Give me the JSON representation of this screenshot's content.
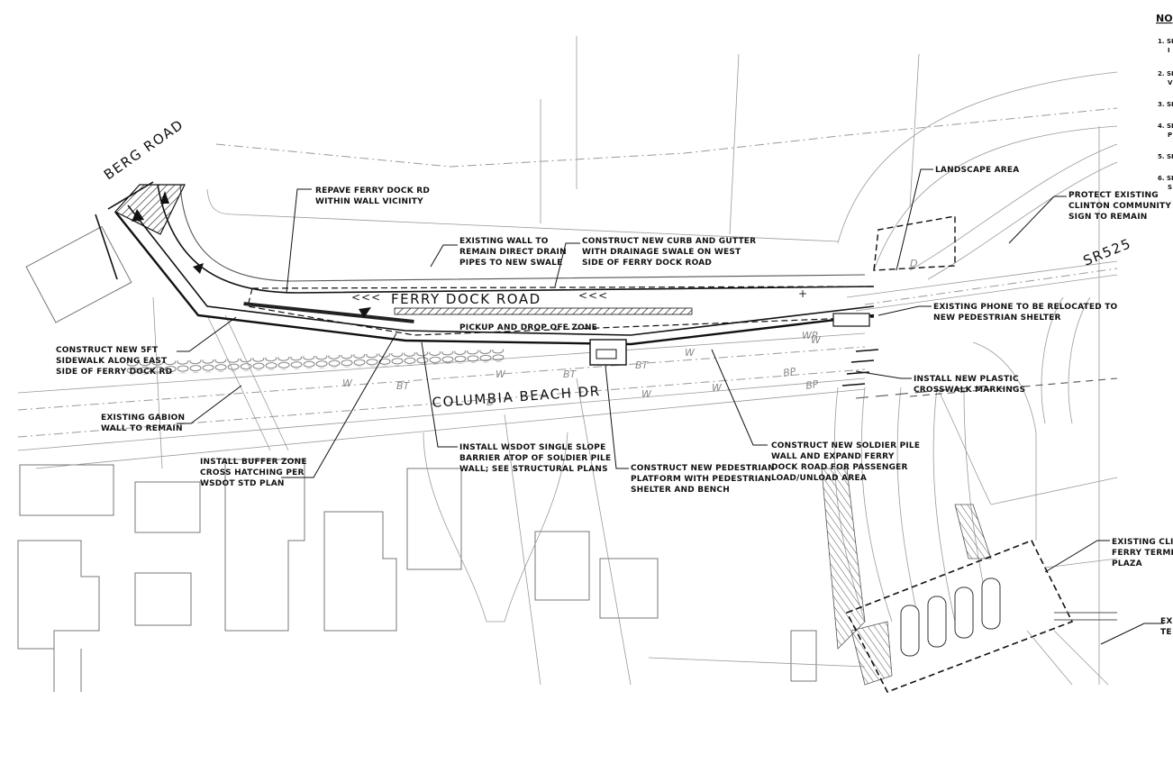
{
  "streets": {
    "berg_road": "BERG ROAD",
    "ferry_dock_road": "FERRY DOCK ROAD",
    "columbia_beach_dr": "COLUMBIA BEACH DR",
    "sr525": "SR525",
    "pickup_zone": "PICKUP AND DROP OFF ZONE"
  },
  "utility_labels": [
    "BT",
    "BT",
    "BT",
    "BP",
    "BP",
    "W",
    "W",
    "W",
    "W",
    "W",
    "W",
    "WP",
    "D",
    "D"
  ],
  "callouts": {
    "repave": [
      "REPAVE FERRY DOCK RD",
      "WITHIN WALL VICINITY"
    ],
    "existing_wall": [
      "EXISTING WALL TO",
      "REMAIN DIRECT DRAIN",
      "PIPES TO NEW SWALE"
    ],
    "curb_gutter": [
      "CONSTRUCT NEW CURB AND GUTTER",
      "WITH DRAINAGE SWALE ON WEST",
      "SIDE OF FERRY DOCK ROAD"
    ],
    "landscape": [
      "LANDSCAPE AREA"
    ],
    "protect_sign": [
      "PROTECT EXISTING",
      "CLINTON COMMUNITY",
      "SIGN TO REMAIN"
    ],
    "phone": [
      "EXISTING PHONE TO BE RELOCATED TO",
      "NEW PEDESTRIAN SHELTER"
    ],
    "crosswalk": [
      "INSTALL NEW PLASTIC",
      "CROSSWALK MARKINGS"
    ],
    "sidewalk": [
      "CONSTRUCT NEW 5FT",
      "SIDEWALK ALONG EAST",
      "SIDE OF FERRY DOCK RD"
    ],
    "gabion": [
      "EXISTING GABION",
      "WALL TO REMAIN"
    ],
    "buffer": [
      "INSTALL BUFFER ZONE",
      "CROSS HATCHING PER",
      "WSDOT STD PLAN"
    ],
    "barrier": [
      "INSTALL WSDOT SINGLE SLOPE",
      "BARRIER ATOP OF SOLDIER PILE",
      "WALL; SEE STRUCTURAL PLANS"
    ],
    "platform": [
      "CONSTRUCT NEW PEDESTRIAN",
      "PLATFORM WITH PEDESTRIAN",
      "SHELTER AND BENCH"
    ],
    "soldier_pile": [
      "CONSTRUCT NEW SOLDIER PILE",
      "WALL AND EXPAND FERRY",
      "DOCK ROAD FOR PASSENGER",
      "LOAD/UNLOAD AREA"
    ],
    "plaza": [
      "EXISTING CLIN",
      "FERRY TERMINA",
      "PLAZA"
    ],
    "terminal": [
      "EX",
      "TE"
    ]
  },
  "notes": {
    "title": "NO",
    "items": [
      "1. SE",
      "I",
      "2. SE",
      "V",
      "3. SE",
      "4. SE",
      "P",
      "5. SE",
      "6. SE",
      "S"
    ]
  }
}
